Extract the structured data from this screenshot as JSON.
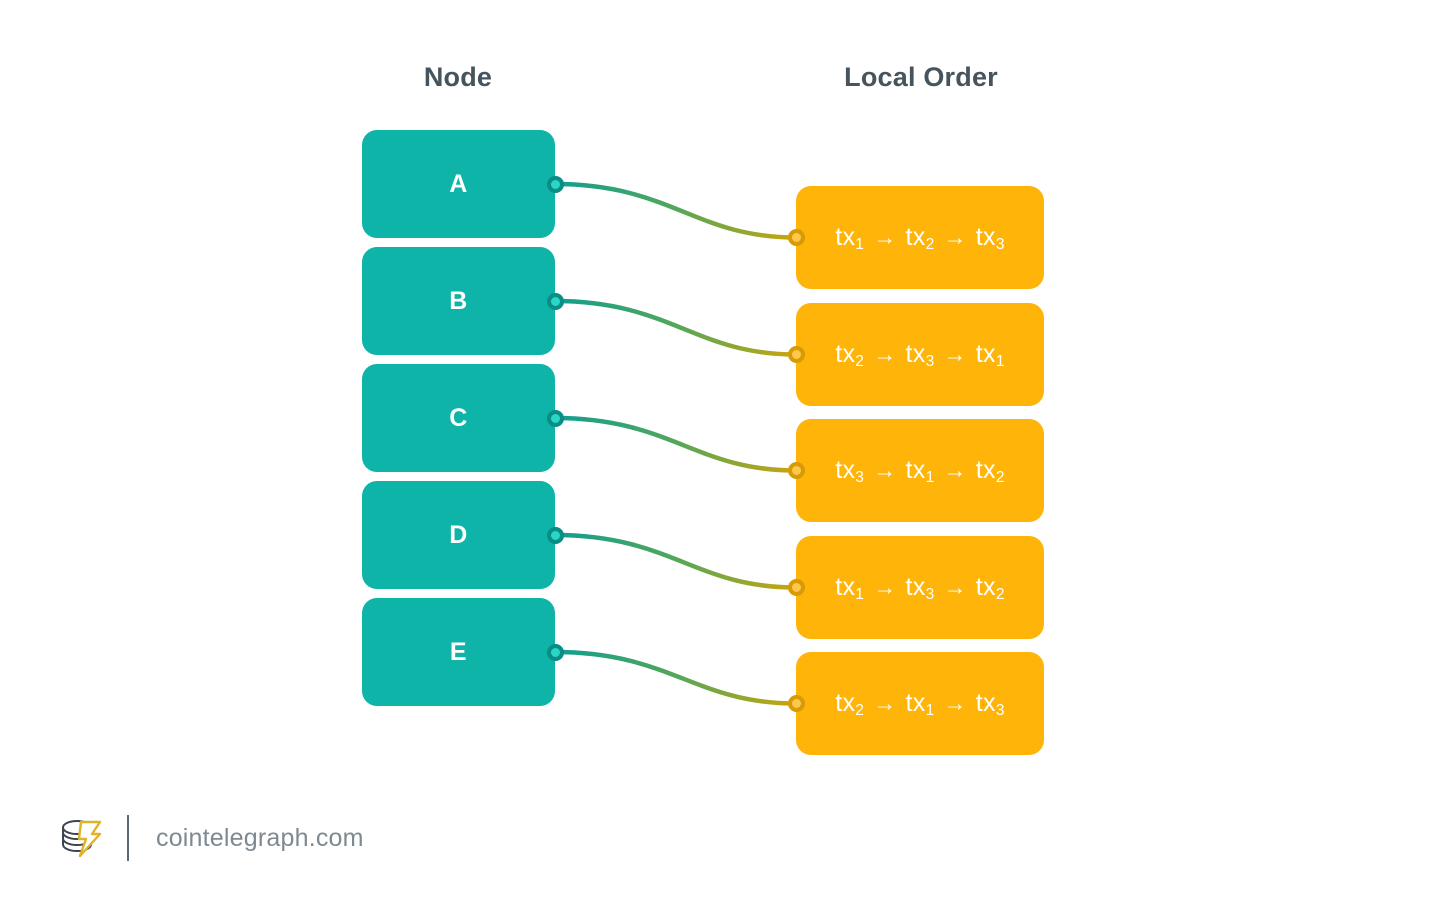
{
  "background_color": "#ffffff",
  "headings": {
    "node": "Node",
    "local_order": "Local Order",
    "color": "#46545e"
  },
  "colors": {
    "node_box": "#0db4a7",
    "order_box": "#ffb40a",
    "node_dot_ring": "#0a8d84",
    "node_dot_center": "#2ad6c8",
    "order_dot_ring": "#d69b05",
    "order_dot_center": "#ffc84d",
    "connector_start": "#0e9e91",
    "connector_end": "#c9a50d",
    "heading_text": "#46545e",
    "footer_text": "#7d8a91",
    "box_text": "#ffffff"
  },
  "nodes": [
    {
      "label": "A"
    },
    {
      "label": "B"
    },
    {
      "label": "C"
    },
    {
      "label": "D"
    },
    {
      "label": "E"
    }
  ],
  "local_orders": [
    {
      "sequence": [
        "tx1",
        "tx2",
        "tx3"
      ],
      "arrow": "→"
    },
    {
      "sequence": [
        "tx2",
        "tx3",
        "tx1"
      ],
      "arrow": "→"
    },
    {
      "sequence": [
        "tx3",
        "tx1",
        "tx2"
      ],
      "arrow": "→"
    },
    {
      "sequence": [
        "tx1",
        "tx3",
        "tx2"
      ],
      "arrow": "→"
    },
    {
      "sequence": [
        "tx2",
        "tx1",
        "tx3"
      ],
      "arrow": "→"
    }
  ],
  "connections": [
    {
      "from": "A",
      "to": "tx1 → tx2 → tx3"
    },
    {
      "from": "B",
      "to": "tx2 → tx3 → tx1"
    },
    {
      "from": "C",
      "to": "tx3 → tx1 → tx2"
    },
    {
      "from": "D",
      "to": "tx1 → tx3 → tx2"
    },
    {
      "from": "E",
      "to": "tx2 → tx1 → tx3"
    }
  ],
  "footer": {
    "site": "cointelegraph.com",
    "logo_name": "cointelegraph-logo"
  }
}
